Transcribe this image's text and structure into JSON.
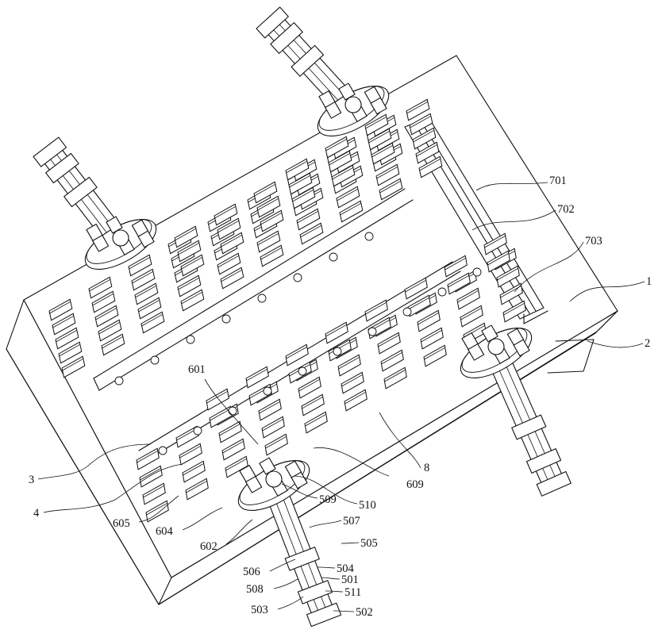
{
  "callouts": [
    {
      "id": "701",
      "text": "701"
    },
    {
      "id": "702",
      "text": "702"
    },
    {
      "id": "703",
      "text": "703"
    },
    {
      "id": "1",
      "text": "1"
    },
    {
      "id": "2",
      "text": "2"
    },
    {
      "id": "601",
      "text": "601"
    },
    {
      "id": "3",
      "text": "3"
    },
    {
      "id": "4",
      "text": "4"
    },
    {
      "id": "8",
      "text": "8"
    },
    {
      "id": "609",
      "text": "609"
    },
    {
      "id": "510",
      "text": "510"
    },
    {
      "id": "509",
      "text": "509"
    },
    {
      "id": "605",
      "text": "605"
    },
    {
      "id": "604",
      "text": "604"
    },
    {
      "id": "602",
      "text": "602"
    },
    {
      "id": "507",
      "text": "507"
    },
    {
      "id": "505",
      "text": "505"
    },
    {
      "id": "506",
      "text": "506"
    },
    {
      "id": "504",
      "text": "504"
    },
    {
      "id": "501",
      "text": "501"
    },
    {
      "id": "508",
      "text": "508"
    },
    {
      "id": "511",
      "text": "511"
    },
    {
      "id": "503",
      "text": "503"
    },
    {
      "id": "502",
      "text": "502"
    }
  ]
}
